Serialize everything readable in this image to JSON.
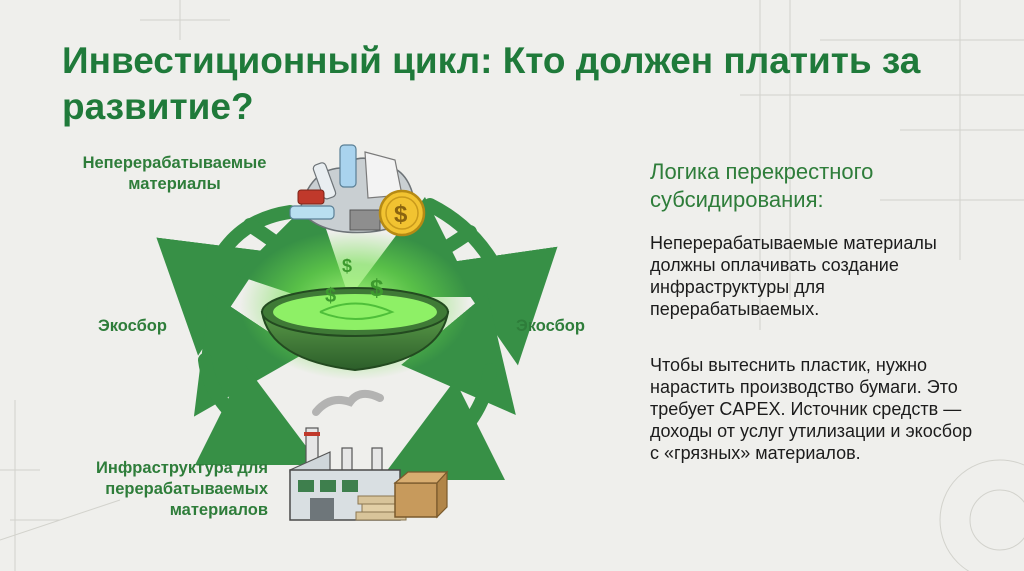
{
  "title": "Инвестиционный цикл: Кто должен платить за развитие?",
  "diagram": {
    "top_label": "Неперерабатываемые материалы",
    "left_label": "Экосбор",
    "right_label": "Экосбор",
    "bottom_label": "Инфраструктура для перерабатываемых материалов",
    "icons": [
      "trash-pile-icon",
      "dollar-coin-icon",
      "money-bowl-icon",
      "factory-icon",
      "paper-stack-icon",
      "cardboard-box-icon"
    ],
    "colors": {
      "arrow": "#2e8b3e",
      "glow": "#7dff5a",
      "accent": "#1f7a3a"
    }
  },
  "side": {
    "heading": "Логика перекрестного субсидирования:",
    "paragraph1": "Неперерабатываемые материалы должны оплачивать создание инфраструктуры для перерабатываемых.",
    "paragraph2": "Чтобы вытеснить пластик, нужно нарастить производство бумаги. Это требует CAPEX. Источник средств — доходы от услуг утилизации и экосбор с «грязных» материалов."
  }
}
